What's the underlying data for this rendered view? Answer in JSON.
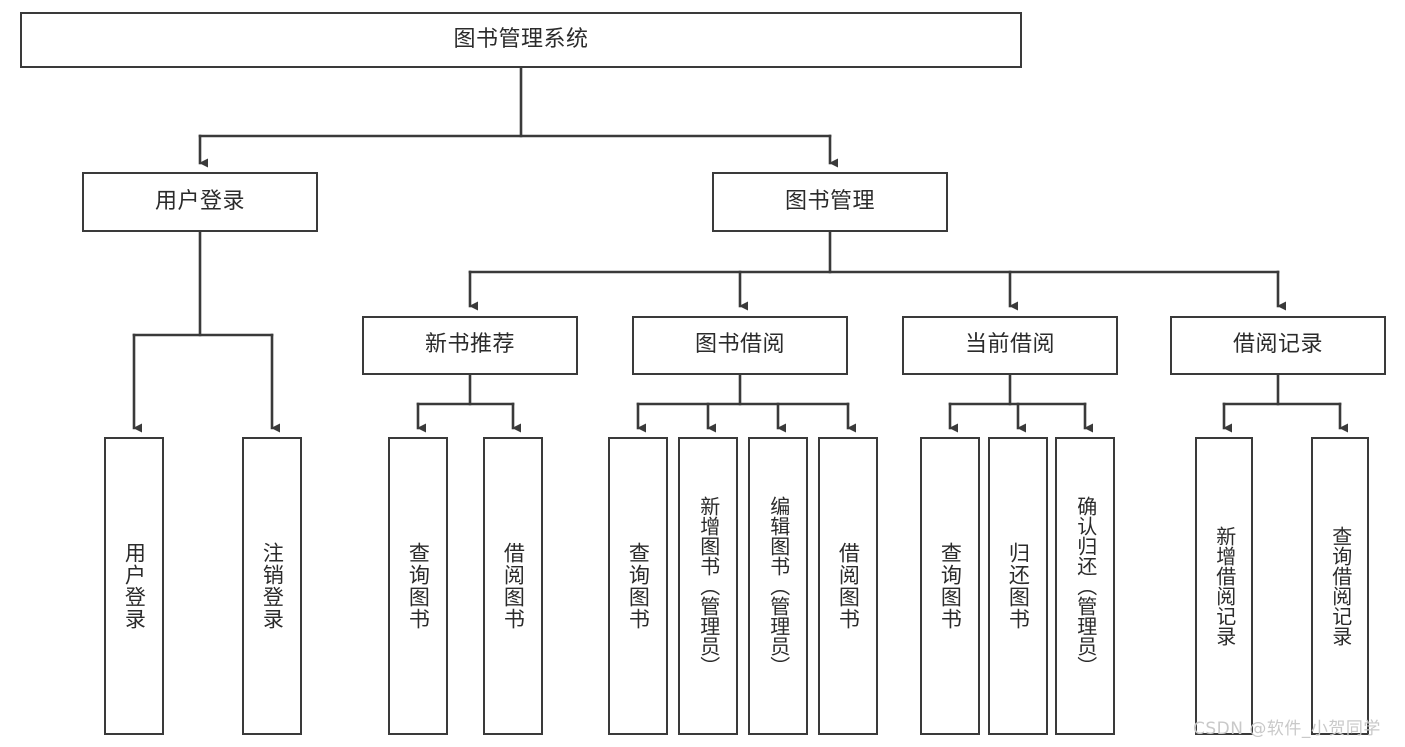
{
  "diagram": {
    "type": "hierarchy-tree",
    "title": "图书管理系统",
    "levels": 4,
    "orientation": "top-down",
    "root": {
      "label": "图书管理系统"
    },
    "level2": [
      {
        "label": "用户登录"
      },
      {
        "label": "图书管理"
      }
    ],
    "level3": [
      {
        "label": "新书推荐"
      },
      {
        "label": "图书借阅"
      },
      {
        "label": "当前借阅"
      },
      {
        "label": "借阅记录"
      }
    ],
    "leaves": {
      "user_login": [
        {
          "label": "用户登录"
        },
        {
          "label": "注销登录"
        }
      ],
      "new_book_recommend": [
        {
          "label": "查询图书"
        },
        {
          "label": "借阅图书"
        }
      ],
      "book_borrow": [
        {
          "label": "查询图书"
        },
        {
          "label": "新增图书（管理员）"
        },
        {
          "label": "编辑图书（管理员）"
        },
        {
          "label": "借阅图书"
        }
      ],
      "current_borrow": [
        {
          "label": "查询图书"
        },
        {
          "label": "归还图书"
        },
        {
          "label": "确认归还（管理员）"
        }
      ],
      "borrow_record": [
        {
          "label": "新增借阅记录"
        },
        {
          "label": "查询借阅记录"
        }
      ]
    }
  },
  "watermark": {
    "text": "CSDN @软件_小贺同学"
  },
  "colors": {
    "stroke": "#3a3a3a",
    "text": "#2b2b2b",
    "background": "#ffffff",
    "watermark": "#c9c9c9"
  }
}
